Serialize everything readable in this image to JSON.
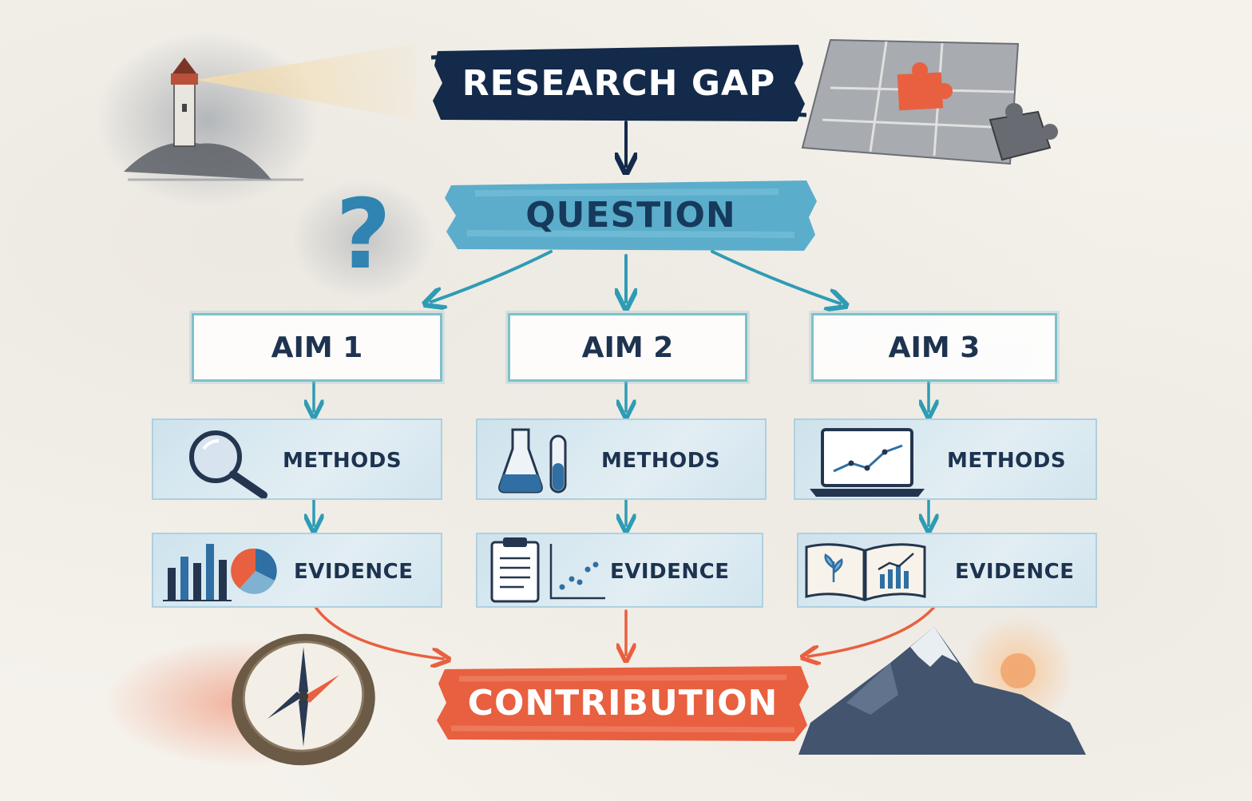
{
  "header": {
    "label": "RESEARCH GAP"
  },
  "question": {
    "label": "QUESTION"
  },
  "aims": [
    {
      "label": "AIM 1",
      "methods_label": "METHODS",
      "evidence_label": "EVIDENCE",
      "methods_icon": "magnifying-glass-icon",
      "evidence_icon": "bar-pie-chart-icon"
    },
    {
      "label": "AIM 2",
      "methods_label": "METHODS",
      "evidence_label": "EVIDENCE",
      "methods_icon": "lab-flask-test-tube-icon",
      "evidence_icon": "clipboard-scatter-plot-icon"
    },
    {
      "label": "AIM 3",
      "methods_label": "METHODS",
      "evidence_label": "EVIDENCE",
      "methods_icon": "laptop-line-chart-icon",
      "evidence_icon": "open-book-icon"
    }
  ],
  "contribution": {
    "label": "CONTRIBUTION"
  },
  "colors": {
    "gap_navy": "#132a4a",
    "question_blue": "#4aa6c8",
    "aim_border": "#7fc0cc",
    "arrow_teal": "#2e9cb4",
    "contribution_orange": "#e8603f"
  },
  "decorations": [
    "lighthouse-icon",
    "puzzle-icon",
    "question-mark-icon",
    "compass-icon",
    "mountain-sun-icon"
  ]
}
